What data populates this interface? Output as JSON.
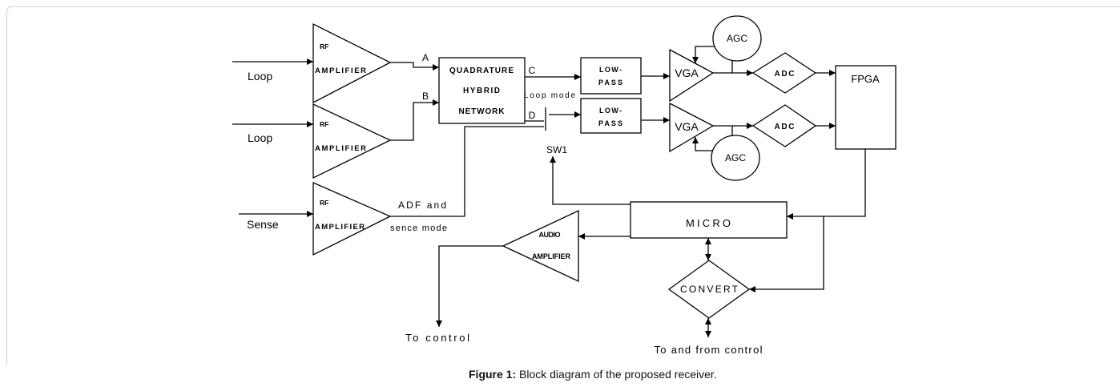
{
  "caption": {
    "label": "Figure 1:",
    "text": "Block diagram of the proposed receiver."
  },
  "inputs": {
    "loop_top": "Loop",
    "loop_middle": "Loop",
    "sense": "Sense"
  },
  "rf_amplifiers": [
    {
      "line1": "RF",
      "line2": "AMPLIFIER"
    },
    {
      "line1": "RF",
      "line2": "AMPLIFIER"
    },
    {
      "line1": "RF",
      "line2": "AMPLIFIER"
    }
  ],
  "signal_labels": {
    "a": "A",
    "b": "B",
    "c": "C",
    "d": "D",
    "loop_mode": "Loop mode",
    "adf_line1": "ADF and",
    "adf_line2": "sence mode"
  },
  "quadrature_hybrid_network": {
    "line1": "QUADRATURE",
    "line2": "HYBRID",
    "line3": "NETWORK"
  },
  "low_pass_filters": [
    {
      "line1": "LOW-",
      "line2": "PASS"
    },
    {
      "line1": "LOW-",
      "line2": "PASS"
    }
  ],
  "vga": [
    "VGA",
    "VGA"
  ],
  "agc": [
    "AGC",
    "AGC"
  ],
  "adc": [
    "ADC",
    "ADC"
  ],
  "switch": "SW1",
  "fpga": "FPGA",
  "micro": "MICRO",
  "audio_amplifier": {
    "line1": "AUDIO",
    "line2": "AMPLIFIER"
  },
  "convert": "CONVERT",
  "outputs": {
    "to_control": "To control",
    "to_and_from_control": "To and from control"
  },
  "colors": {
    "stroke": "#000000",
    "frame": "#d2d2d2",
    "background": "#ffffff"
  }
}
